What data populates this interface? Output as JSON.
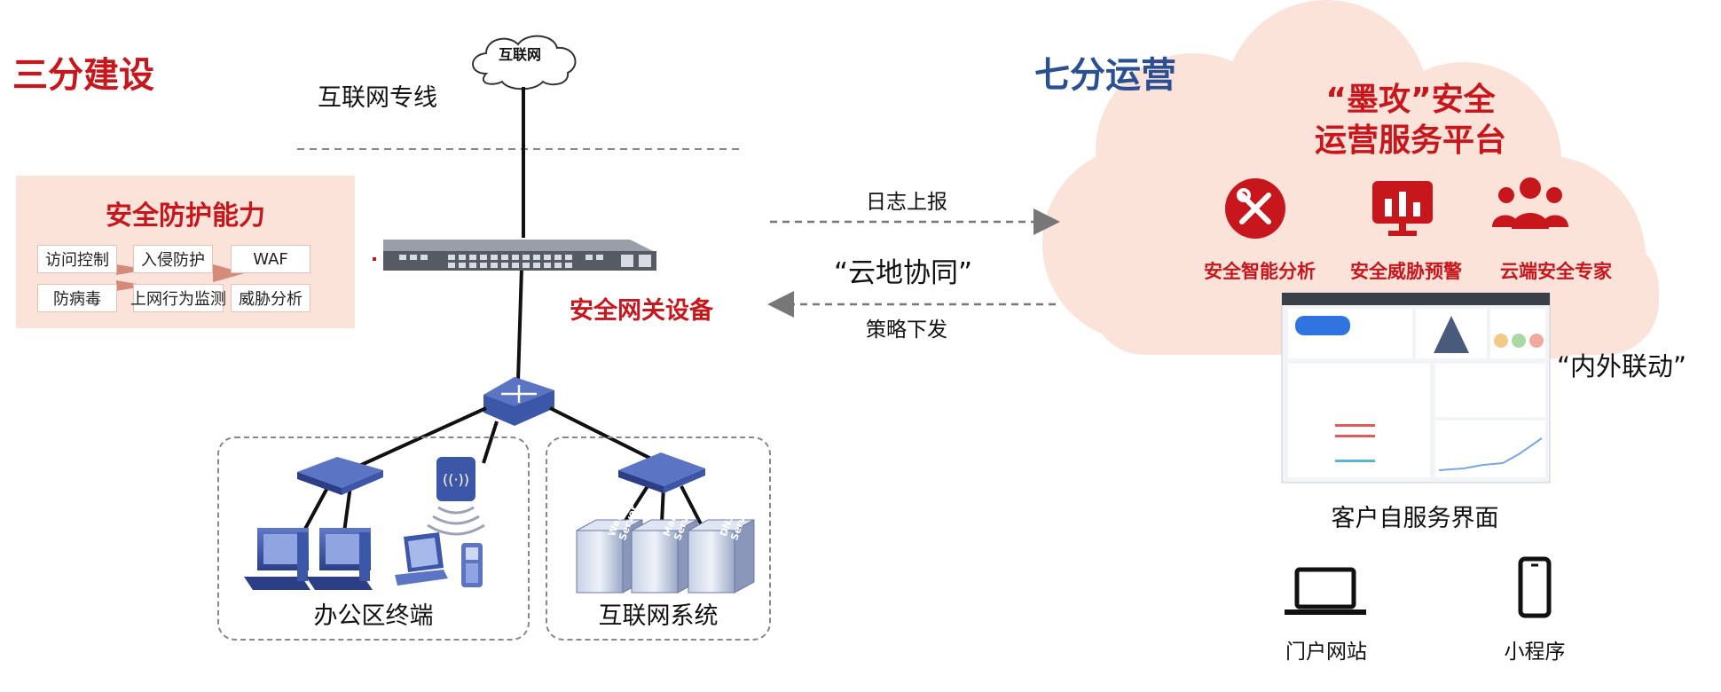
{
  "left": {
    "title": "三分建设",
    "internet_cloud": "互联网",
    "dedicated_line": "互联网专线",
    "capability": {
      "title": "安全防护能力",
      "items": [
        "访问控制",
        "入侵防护",
        "WAF",
        "防病毒",
        "上网行为监测",
        "威胁分析"
      ]
    },
    "gateway_label": "安全网关设备",
    "office_zone": "办公区终端",
    "internet_zone": "互联网系统",
    "server_labels": [
      "Web Server",
      "Mail Server",
      "DNS Server"
    ]
  },
  "middle": {
    "log_report": "日志上报",
    "collab": "“云地协同”",
    "policy_down": "策略下发"
  },
  "right": {
    "title": "七分运营",
    "platform_line1": "“墨攻”安全",
    "platform_line2": "运营服务平台",
    "features": [
      {
        "label": "安全智能分析",
        "icon": "tools-icon"
      },
      {
        "label": "安全威胁预警",
        "icon": "alert-chart-icon"
      },
      {
        "label": "云端安全专家",
        "icon": "team-icon"
      }
    ],
    "linkage": "“内外联动”",
    "self_service": "客户自服务界面",
    "portal": "门户网站",
    "miniapp": "小程序"
  },
  "colors": {
    "red": "#c8161d",
    "blue": "#2b4f93",
    "cloud": "#fbe3da",
    "capability_bg": "#fbe3da",
    "device_blue": "#3d57a8"
  }
}
